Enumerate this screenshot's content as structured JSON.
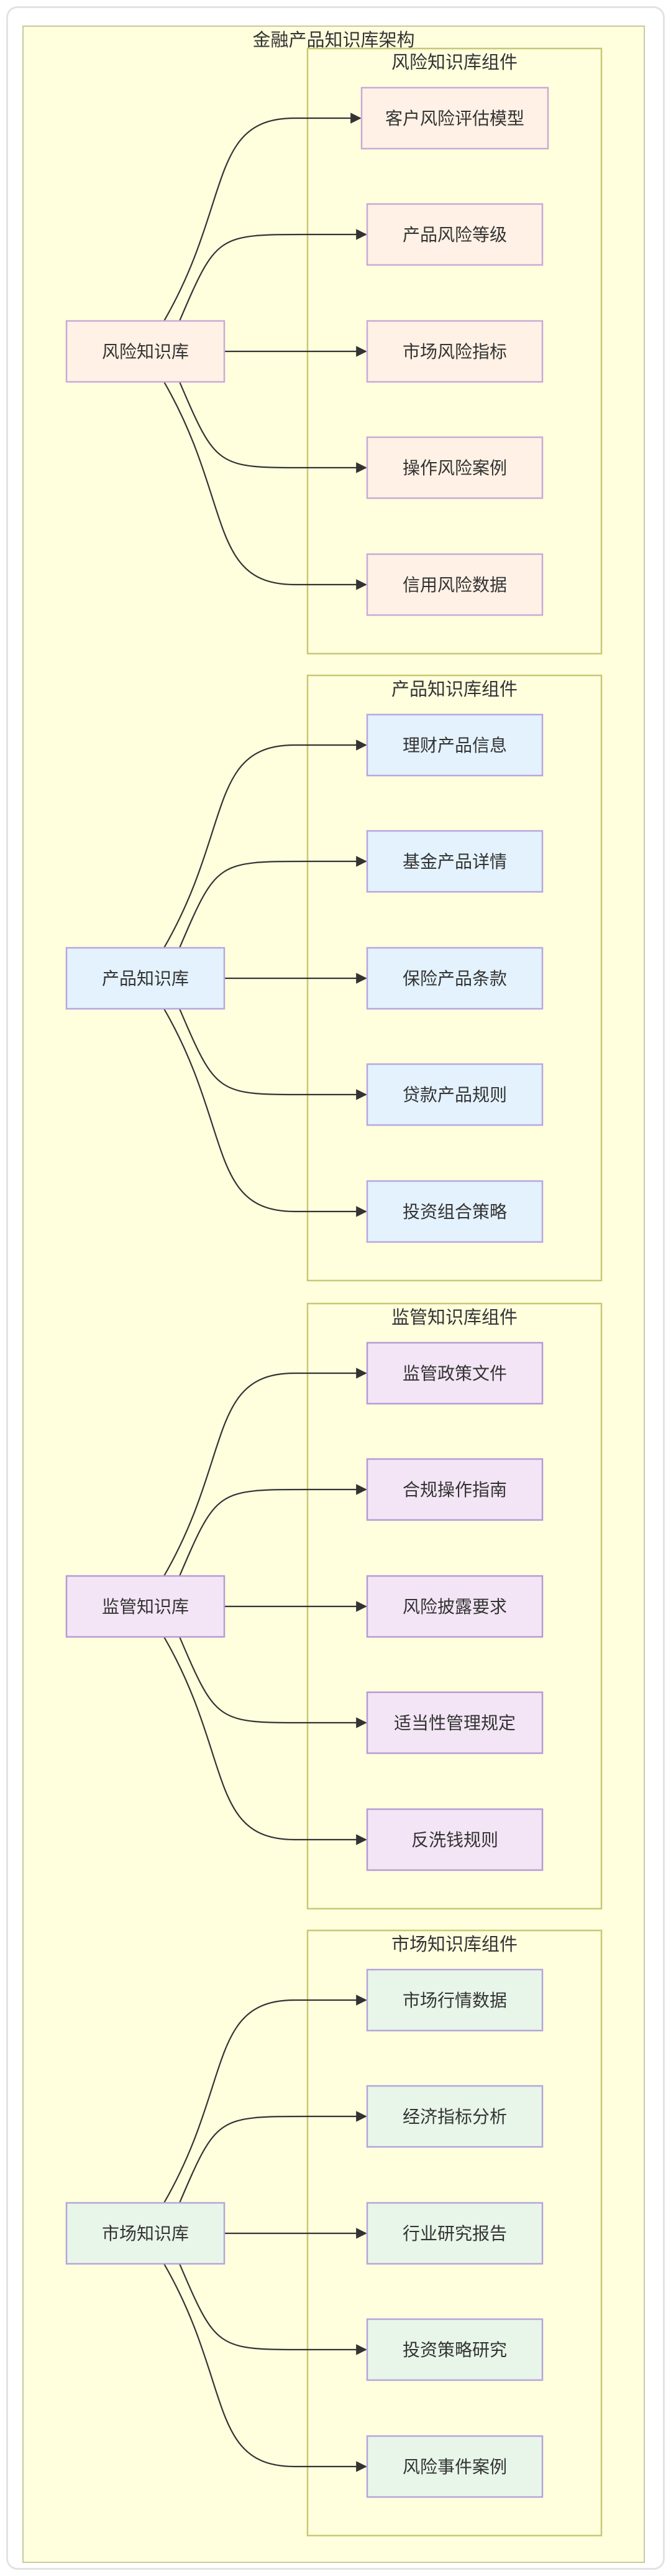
{
  "diagram": {
    "title": "金融产品知识库架构",
    "groups": [
      {
        "id": "risk",
        "hub_label": "风险知识库",
        "cluster_title": "风险知识库组件",
        "fill": "#fff1e5",
        "stroke": "#c9a9d8",
        "items": [
          "客户风险评估模型",
          "产品风险等级",
          "市场风险指标",
          "操作风险案例",
          "信用风险数据"
        ]
      },
      {
        "id": "product",
        "hub_label": "产品知识库",
        "cluster_title": "产品知识库组件",
        "fill": "#e3f2fd",
        "stroke": "#b7a6e0",
        "items": [
          "理财产品信息",
          "基金产品详情",
          "保险产品条款",
          "贷款产品规则",
          "投资组合策略"
        ]
      },
      {
        "id": "regulation",
        "hub_label": "监管知识库",
        "cluster_title": "监管知识库组件",
        "fill": "#f3e5f5",
        "stroke": "#b69ad6",
        "items": [
          "监管政策文件",
          "合规操作指南",
          "风险披露要求",
          "适当性管理规定",
          "反洗钱规则"
        ]
      },
      {
        "id": "market",
        "hub_label": "市场知识库",
        "cluster_title": "市场知识库组件",
        "fill": "#e8f5e9",
        "stroke": "#b3a6da",
        "items": [
          "市场行情数据",
          "经济指标分析",
          "行业研究报告",
          "投资策略研究",
          "风险事件案例"
        ]
      }
    ]
  }
}
